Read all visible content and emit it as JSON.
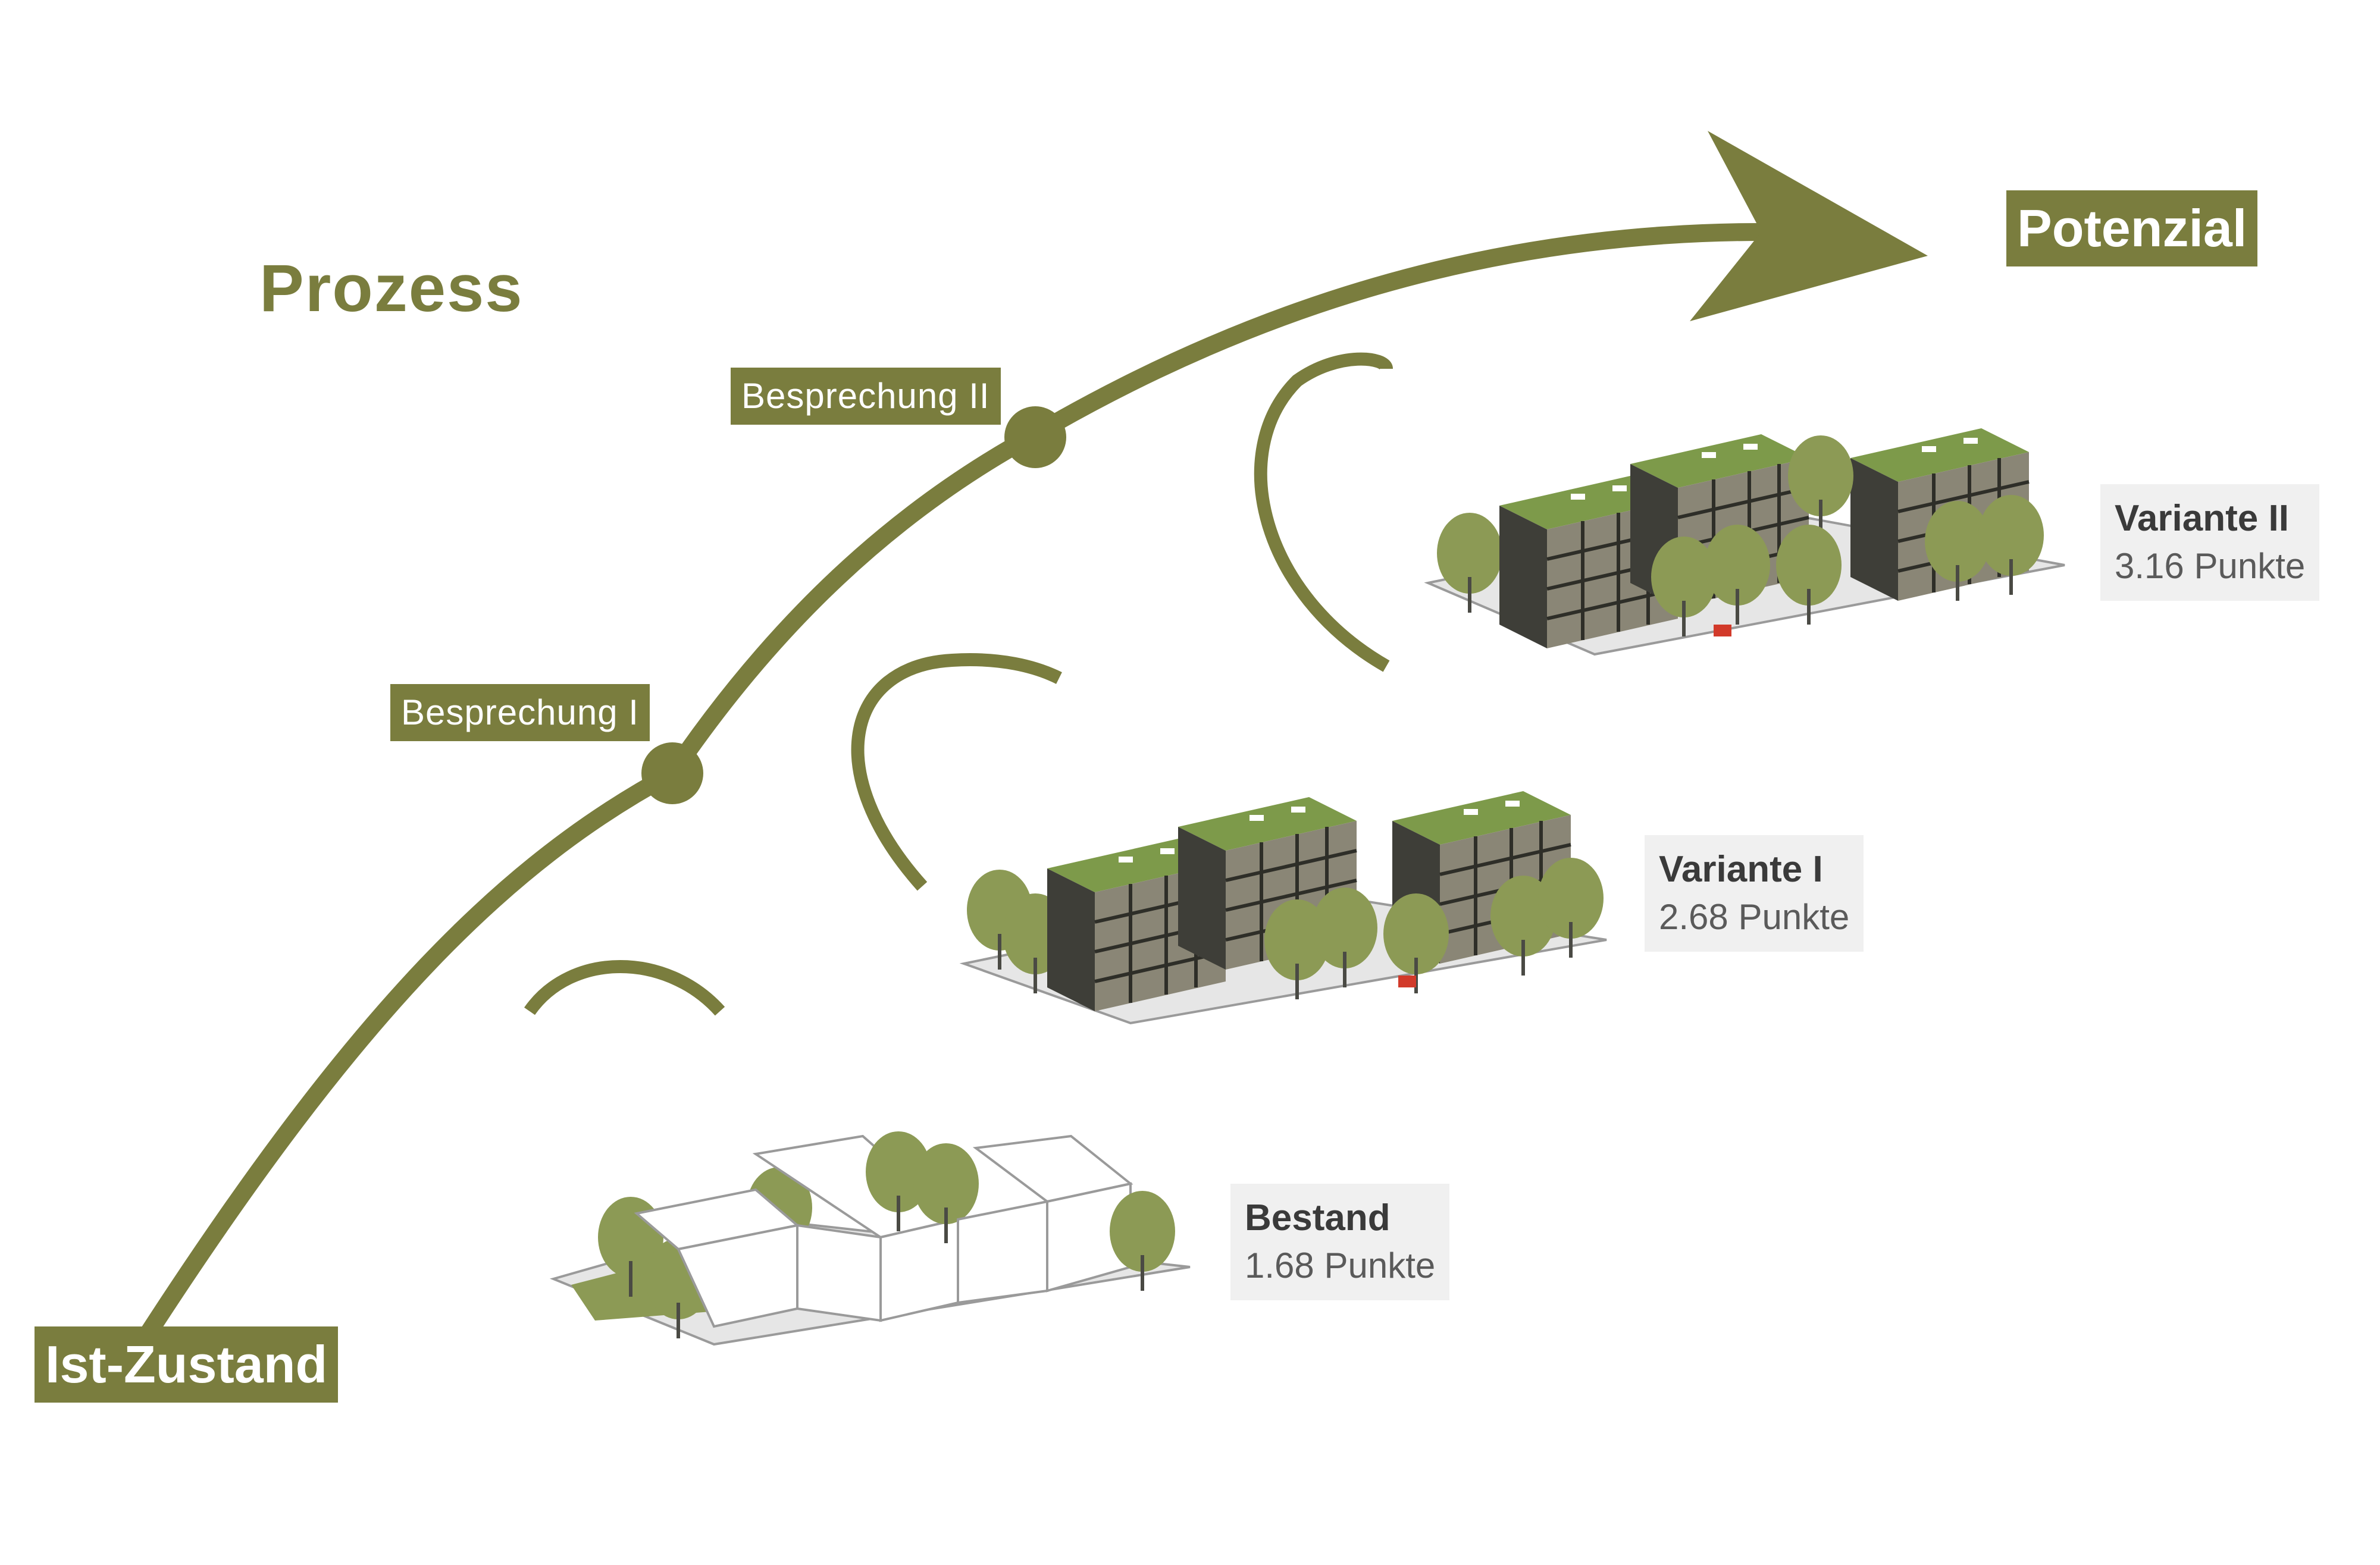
{
  "title": "Prozess",
  "stages": {
    "start": "Ist-Zustand",
    "meeting1": "Besprechung I",
    "meeting2": "Besprechung II",
    "end": "Potenzial"
  },
  "variants": [
    {
      "name": "Bestand",
      "score": "1.68 Punkte"
    },
    {
      "name": "Variante I",
      "score": "2.68 Punkte"
    },
    {
      "name": "Variante II",
      "score": "3.16 Punkte"
    }
  ],
  "colors": {
    "accent": "#7a7d3e",
    "tree": "#8c9a55",
    "roof_green": "#7d9a4a",
    "building_dark": "#4a4a44"
  }
}
